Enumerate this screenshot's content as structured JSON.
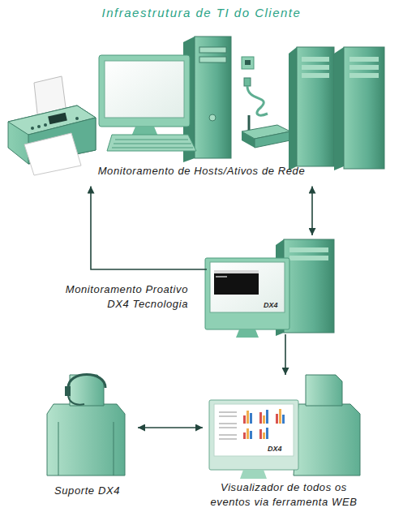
{
  "diagram": {
    "title": "Infraestrutura de TI do Cliente",
    "nodes": [
      {
        "text": [
          "Monitoramento de Hosts/Ativos de Rede"
        ]
      },
      {
        "text": [
          "Monitoramento Proativo DX4 Tecnologia"
        ]
      },
      {
        "text": [
          "Suporte DX4"
        ]
      },
      {
        "text": [
          "Visualizador de todos os eventos via ferramenta WEB"
        ]
      }
    ],
    "edges": [
      {
        "from": 1,
        "to": 0,
        "arrow": "to"
      },
      {
        "from": 0,
        "to": 1,
        "arrow": "both"
      },
      {
        "from": 1,
        "to": 3,
        "arrow": "to"
      },
      {
        "from": 2,
        "to": 3,
        "arrow": "both"
      }
    ],
    "labels": [
      "DX4",
      "DX4"
    ]
  }
}
